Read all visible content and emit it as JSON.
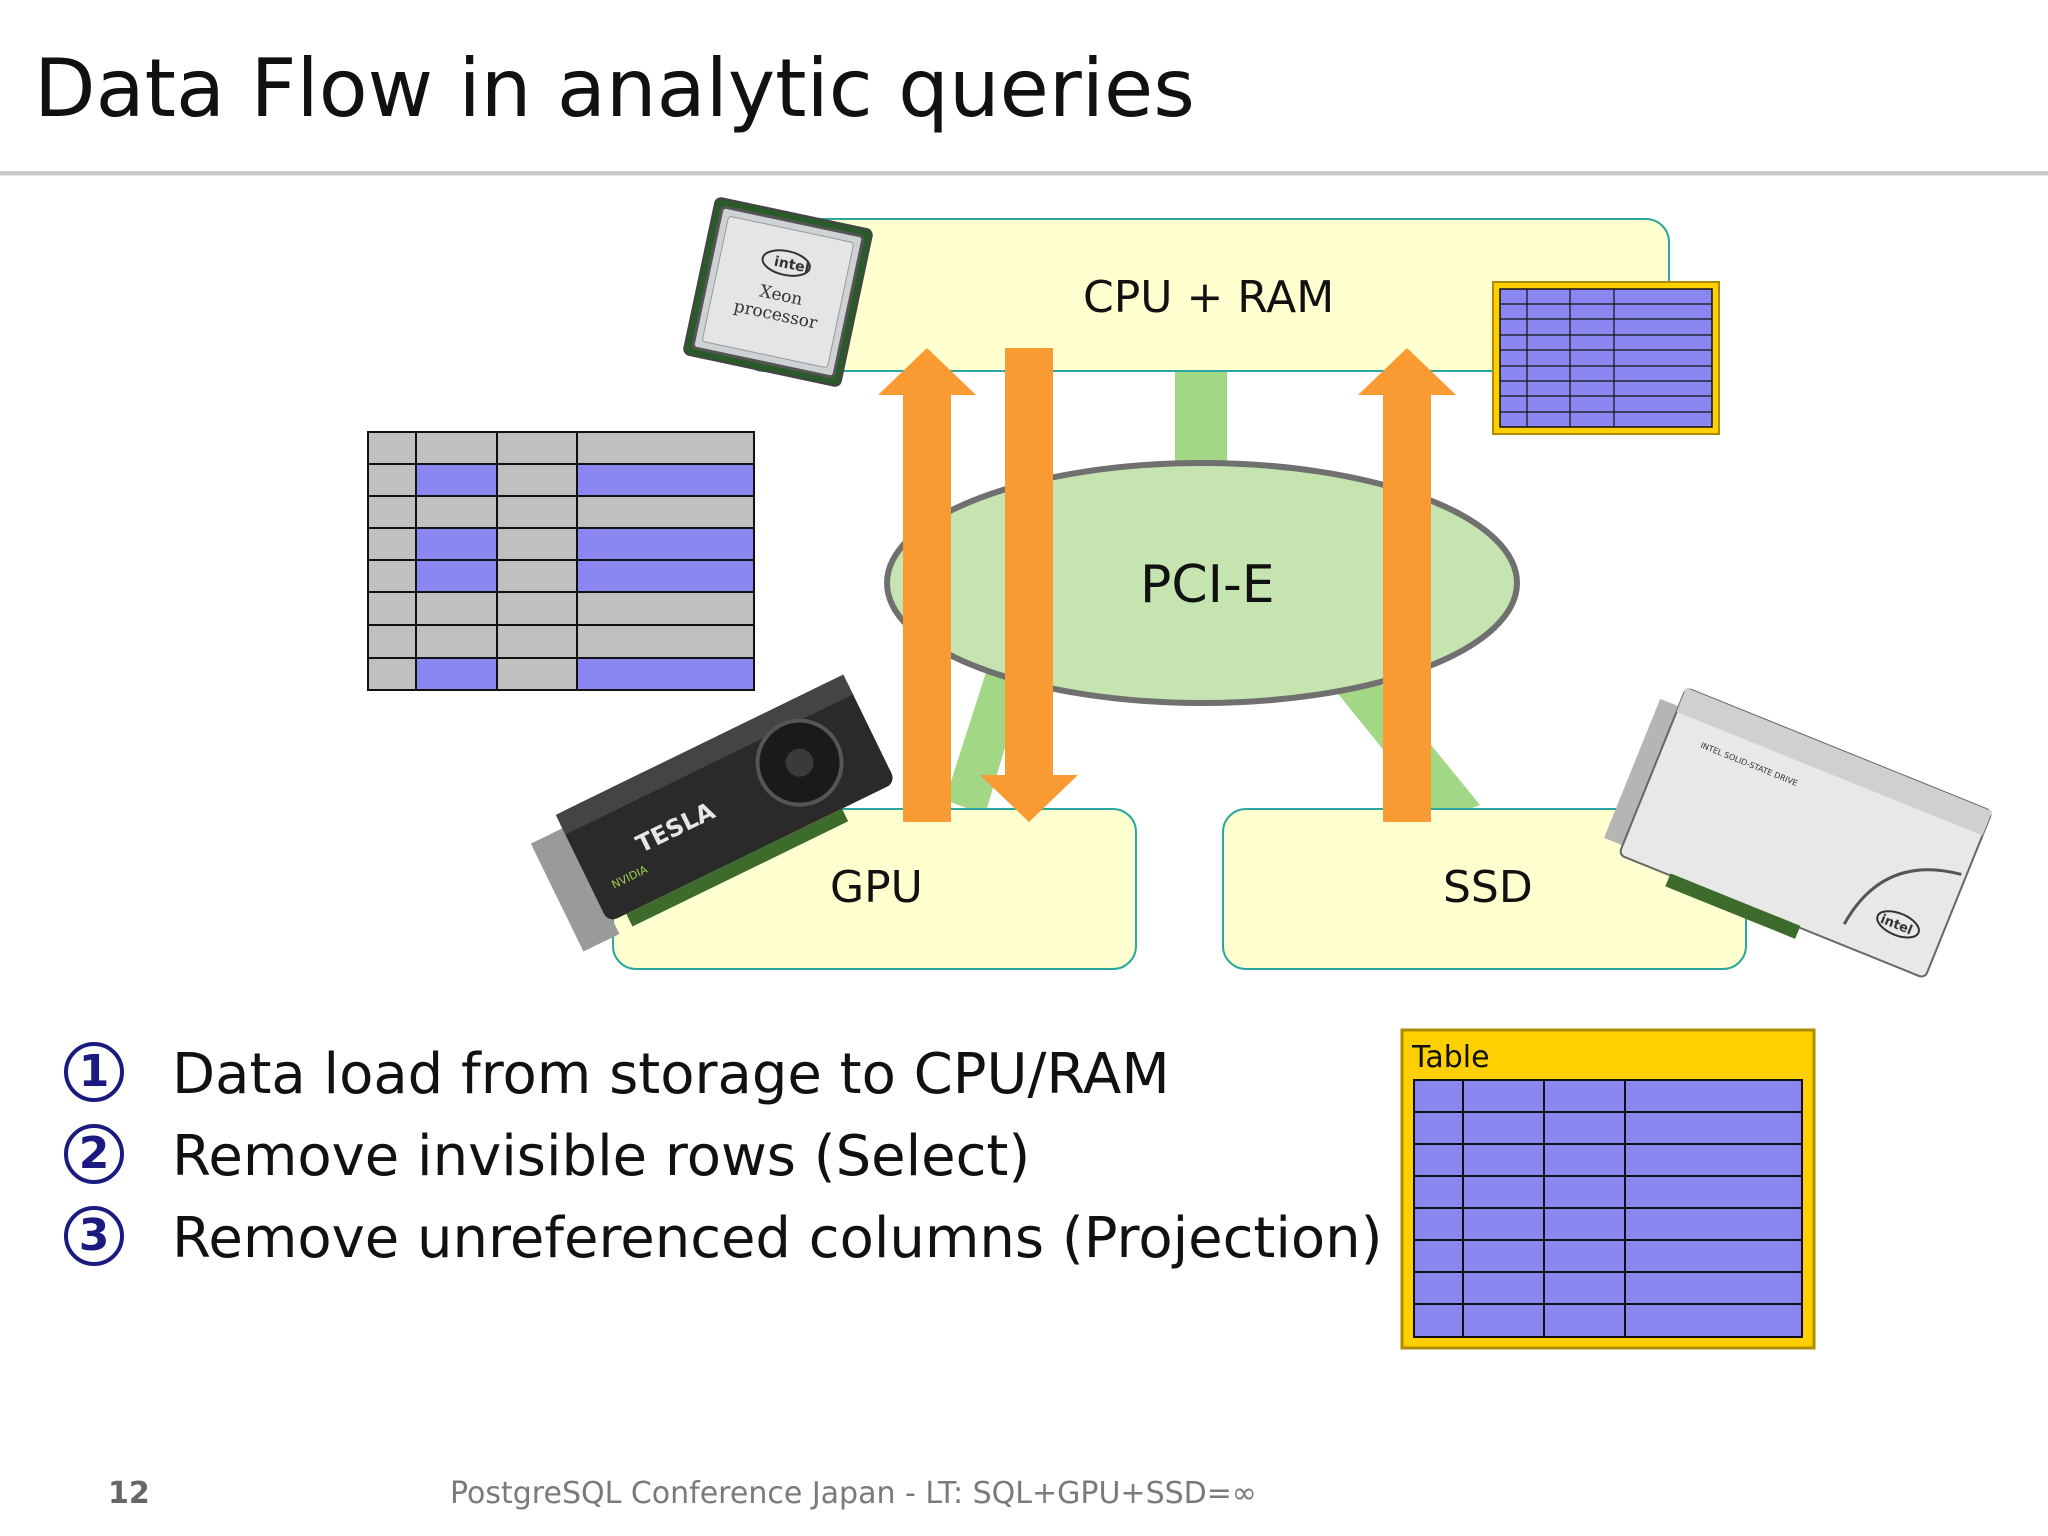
{
  "slide": {
    "title": "Data Flow in analytic queries"
  },
  "diagram": {
    "cpu_box_label": "CPU + RAM",
    "pcie_label": "PCI-E",
    "gpu_box_label": "GPU",
    "ssd_box_label": "SSD",
    "table_label": "Table",
    "colors": {
      "box_fill": "#ffffd0",
      "box_border": "#2aa8a0",
      "pcie_fill": "#c5e4b0",
      "pcie_border": "#707070",
      "link": "#a2d785",
      "arrow": "#f99a33",
      "table_gold": "#ffd000",
      "table_blue": "#8a88f0",
      "table_gray": "#c0c0c0"
    }
  },
  "steps": [
    {
      "marker": "1",
      "text": "Data load from storage to CPU/RAM"
    },
    {
      "marker": "2",
      "text": "Remove invisible rows (Select)"
    },
    {
      "marker": "3",
      "text": "Remove unreferenced columns (Projection)"
    }
  ],
  "footer": {
    "page_number": "12",
    "text": "PostgreSQL Conference Japan - LT: SQL+GPU+SSD=∞"
  }
}
